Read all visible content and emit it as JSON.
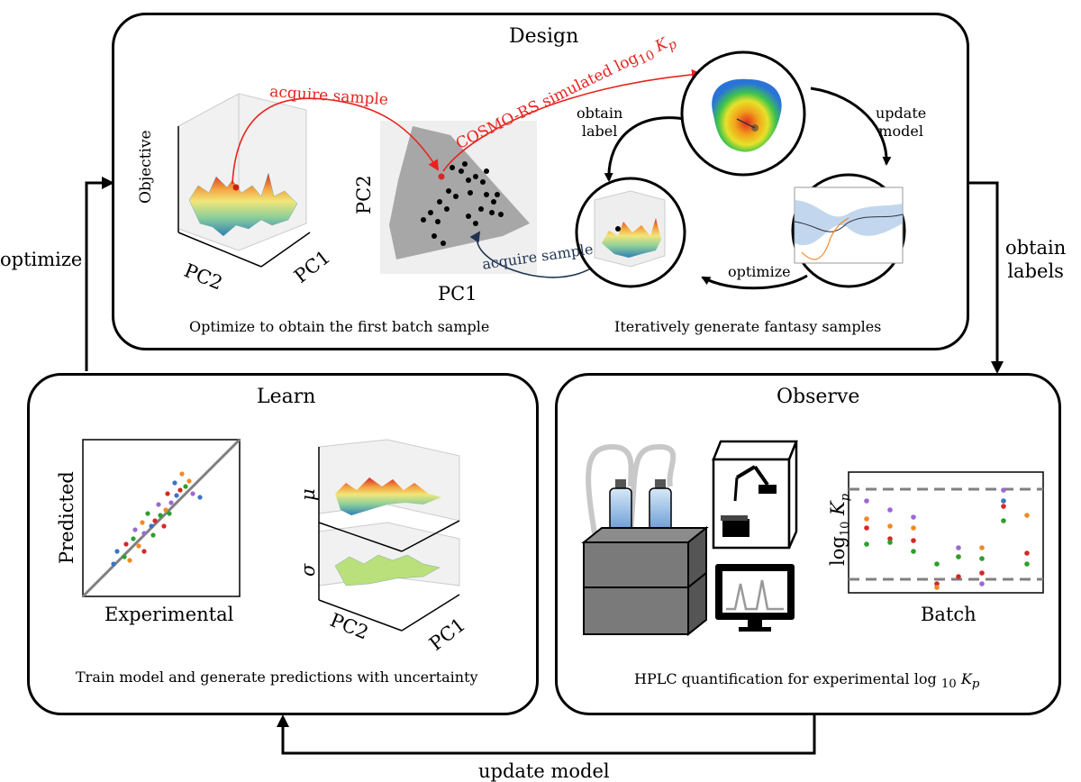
{
  "design": {
    "title": "Design",
    "caption_left": "Optimize to obtain the first batch sample",
    "caption_right": "Iteratively generate fantasy samples",
    "surface_zlabel": "Objective",
    "surface_xlabel": "PC2",
    "surface_ylabel": "PC1",
    "scatter_xlabel": "PC1",
    "scatter_ylabel": "PC2",
    "arrow_acquire_red": "acquire sample",
    "arrow_cosmo": "COSMO-RS simulated log",
    "arrow_cosmo_sub": "10",
    "arrow_cosmo_var": "K",
    "arrow_cosmo_var_sub": "p",
    "cycle_obtain_label": [
      "obtain",
      "label"
    ],
    "cycle_update_model": [
      "update",
      "model"
    ],
    "cycle_optimize": "optimize",
    "arrow_acquire_dark": "acquire sample"
  },
  "outer_arrows": {
    "left": "optimize",
    "right": [
      "obtain",
      "labels"
    ],
    "bottom": "update model"
  },
  "learn": {
    "title": "Learn",
    "caption": "Train model and generate predictions with uncertainty",
    "parity_xlabel": "Experimental",
    "parity_ylabel": "Predicted",
    "mu_label": "μ",
    "sigma_label": "σ",
    "surf_xlabel": "PC2",
    "surf_ylabel": "PC1"
  },
  "observe": {
    "title": "Observe",
    "caption": "HPLC quantification for experimental log",
    "caption_sub": "10",
    "caption_var": "K",
    "caption_var_sub": "p",
    "batch_xlabel": "Batch",
    "batch_ylabel": "log",
    "batch_ylabel_sub": "10",
    "batch_ylabel_var": "K",
    "batch_ylabel_var_sub": "p"
  },
  "colors": {
    "red_arrow": "#e8231f",
    "dark_arrow": "#1f3350",
    "scatter_blue": "#3b74c4",
    "scatter_orange": "#f08a24",
    "scatter_green": "#2ca02c",
    "scatter_red": "#d62728",
    "scatter_purple": "#9b6ad0"
  }
}
